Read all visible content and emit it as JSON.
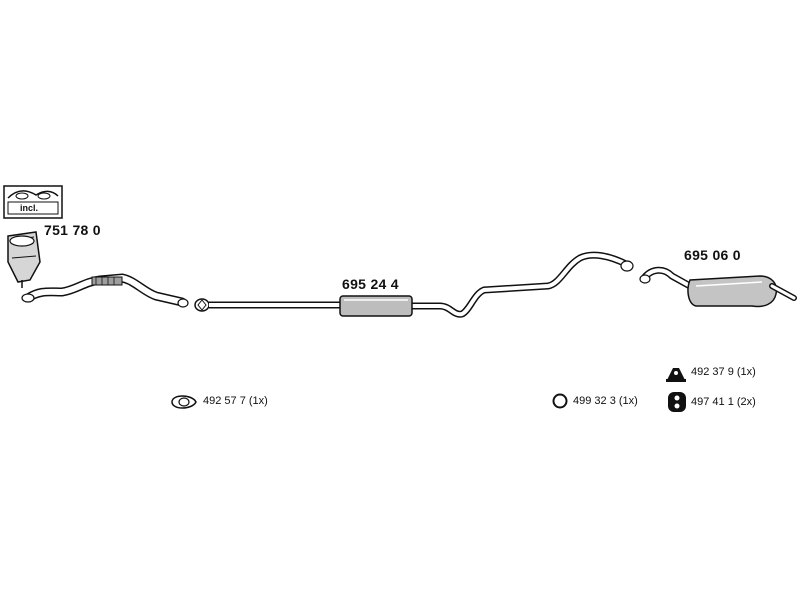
{
  "kit_badge": {
    "label": "incl."
  },
  "parts": {
    "catalytic_converter": {
      "number": "751 78 0"
    },
    "middle_silencer": {
      "number": "695 24 4"
    },
    "rear_silencer": {
      "number": "695 06 0"
    }
  },
  "accessories": {
    "gasket": {
      "label": "492 57 7 (1x)",
      "icon": "gasket-icon"
    },
    "ring": {
      "label": "499 32 3 (1x)",
      "icon": "ring-icon"
    },
    "rubber_mount": {
      "label": "492 37 9 (1x)",
      "icon": "rubber-mount-icon"
    },
    "hanger": {
      "label": "497 41 1 (2x)",
      "icon": "hanger-icon"
    }
  },
  "colors": {
    "line": "#111111",
    "fill_light": "#ffffff",
    "fill_shade": "#bdbdbd"
  }
}
